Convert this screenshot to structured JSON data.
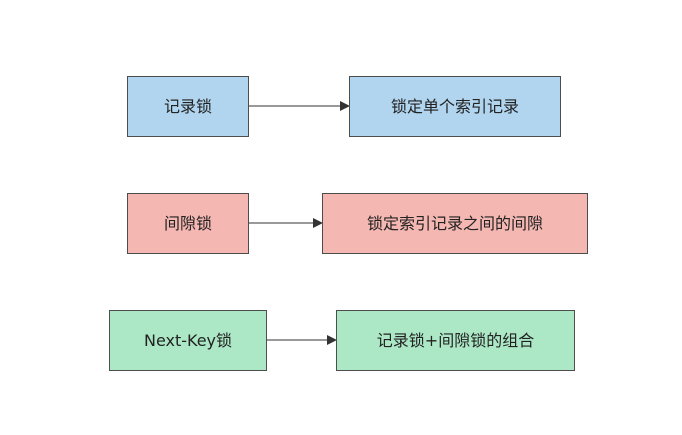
{
  "colors": {
    "row1_fill": "#b1d5ef",
    "row2_fill": "#f5b7b2",
    "row3_fill": "#ace8c6",
    "border": "#4d4d4d",
    "arrow": "#333333"
  },
  "rows": [
    {
      "left_label": "记录锁",
      "right_label": "锁定单个索引记录"
    },
    {
      "left_label": "间隙锁",
      "right_label": "锁定索引记录之间的间隙"
    },
    {
      "left_label": "Next-Key锁",
      "right_label": "记录锁+间隙锁的组合"
    }
  ]
}
